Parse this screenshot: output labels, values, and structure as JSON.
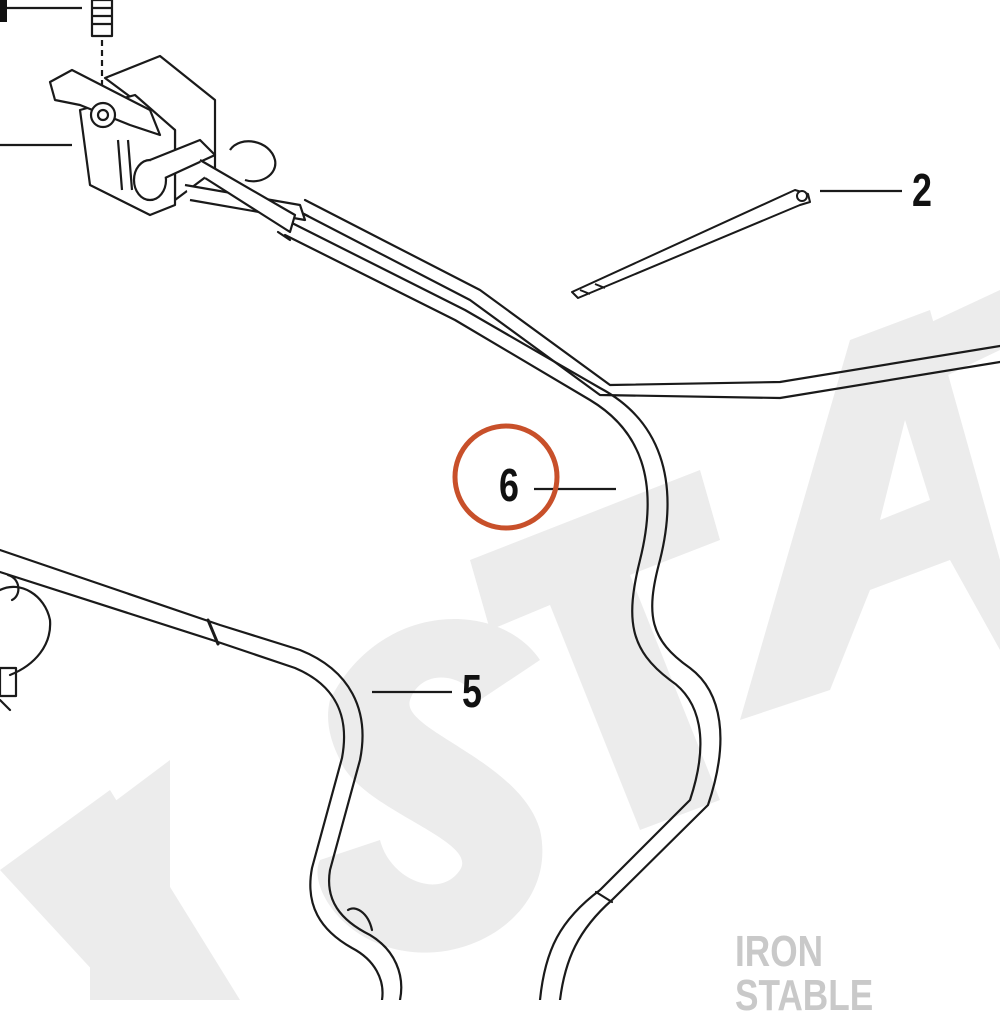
{
  "callouts": {
    "c2": "2",
    "c5": "5",
    "c6": "6"
  },
  "highlighted_callout": "6",
  "watermark": {
    "brand": "IRON STABLE"
  },
  "colors": {
    "line": "#1a1a1a",
    "highlight_ring": "#c8502a",
    "watermark": "#e9e9e9",
    "brand_text": "#c9c9c9"
  }
}
